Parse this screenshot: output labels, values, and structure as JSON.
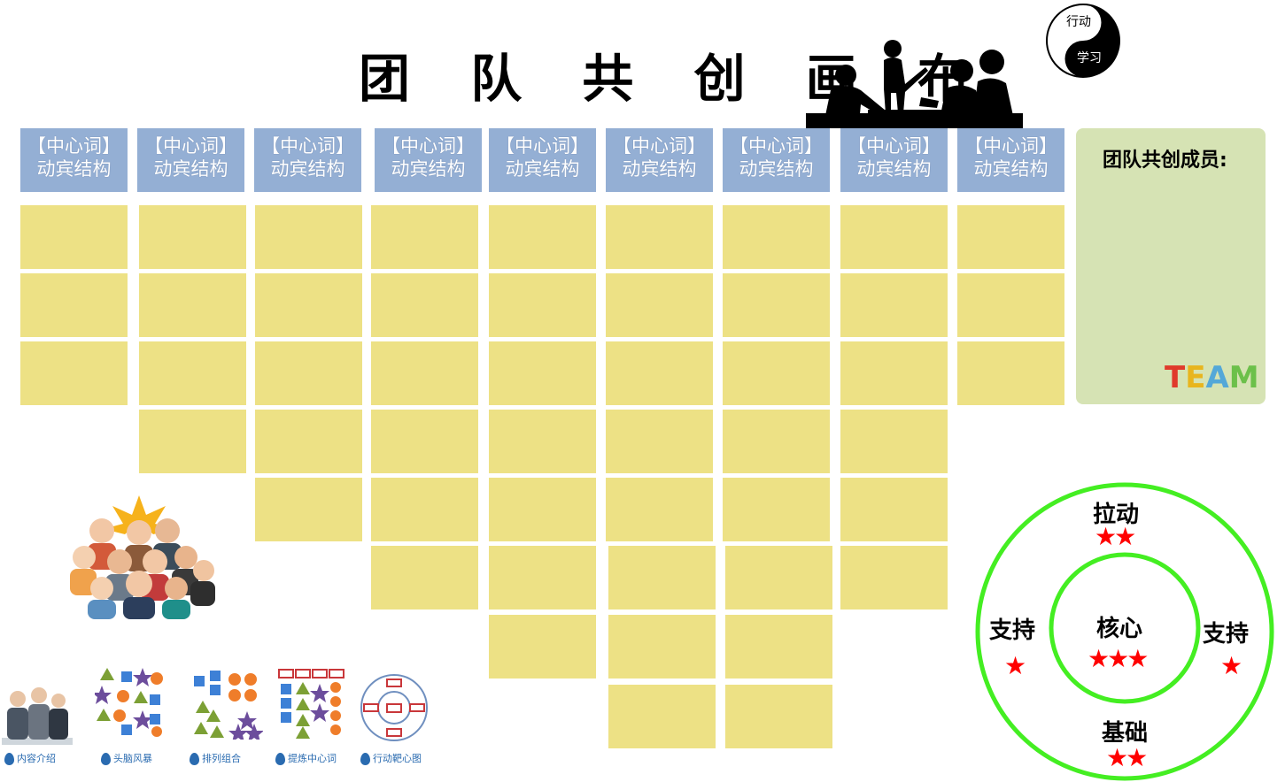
{
  "title": "团 队 共 创 画 布",
  "badge": {
    "top": "行动",
    "bottom": "学习"
  },
  "columns": [
    {
      "line1": "【中心词】",
      "line2": "动宾结构",
      "notes": 3
    },
    {
      "line1": "【中心词】",
      "line2": "动宾结构",
      "notes": 4
    },
    {
      "line1": "【中心词】",
      "line2": "动宾结构",
      "notes": 5
    },
    {
      "line1": "【中心词】",
      "line2": "动宾结构",
      "notes": 6
    },
    {
      "line1": "【中心词】",
      "line2": "动宾结构",
      "notes": 7
    },
    {
      "line1": "【中心词】",
      "line2": "动宾结构",
      "notes": 8
    },
    {
      "line1": "【中心词】",
      "line2": "动宾结构",
      "notes": 8
    },
    {
      "line1": "【中心词】",
      "line2": "动宾结构",
      "notes": 6
    },
    {
      "line1": "【中心词】",
      "line2": "动宾结构",
      "notes": 3
    }
  ],
  "members": {
    "title": "团队共创成员:",
    "logo": "TEAM"
  },
  "rings": {
    "top_label": "拉动",
    "top_stars": "★★",
    "left_label": "支持",
    "left_stars": "★",
    "right_label": "支持",
    "right_stars": "★",
    "core_label": "核心",
    "core_stars": "★★★",
    "bottom_label": "基础",
    "bottom_stars": "★★"
  },
  "tools": [
    {
      "label": "内容介绍",
      "icon": "presentation-people-icon"
    },
    {
      "label": "头脑风暴",
      "icon": "brainstorm-shapes-icon"
    },
    {
      "label": "排列组合",
      "icon": "arrange-shapes-icon"
    },
    {
      "label": "提炼中心词",
      "icon": "extract-keywords-icon"
    },
    {
      "label": "行动靶心图",
      "icon": "target-diagram-icon"
    }
  ],
  "colors": {
    "header": "#94afd4",
    "note": "#ede185",
    "panel": "#d6e3b4",
    "ring": "#44ee22",
    "star": "#ff0000"
  }
}
